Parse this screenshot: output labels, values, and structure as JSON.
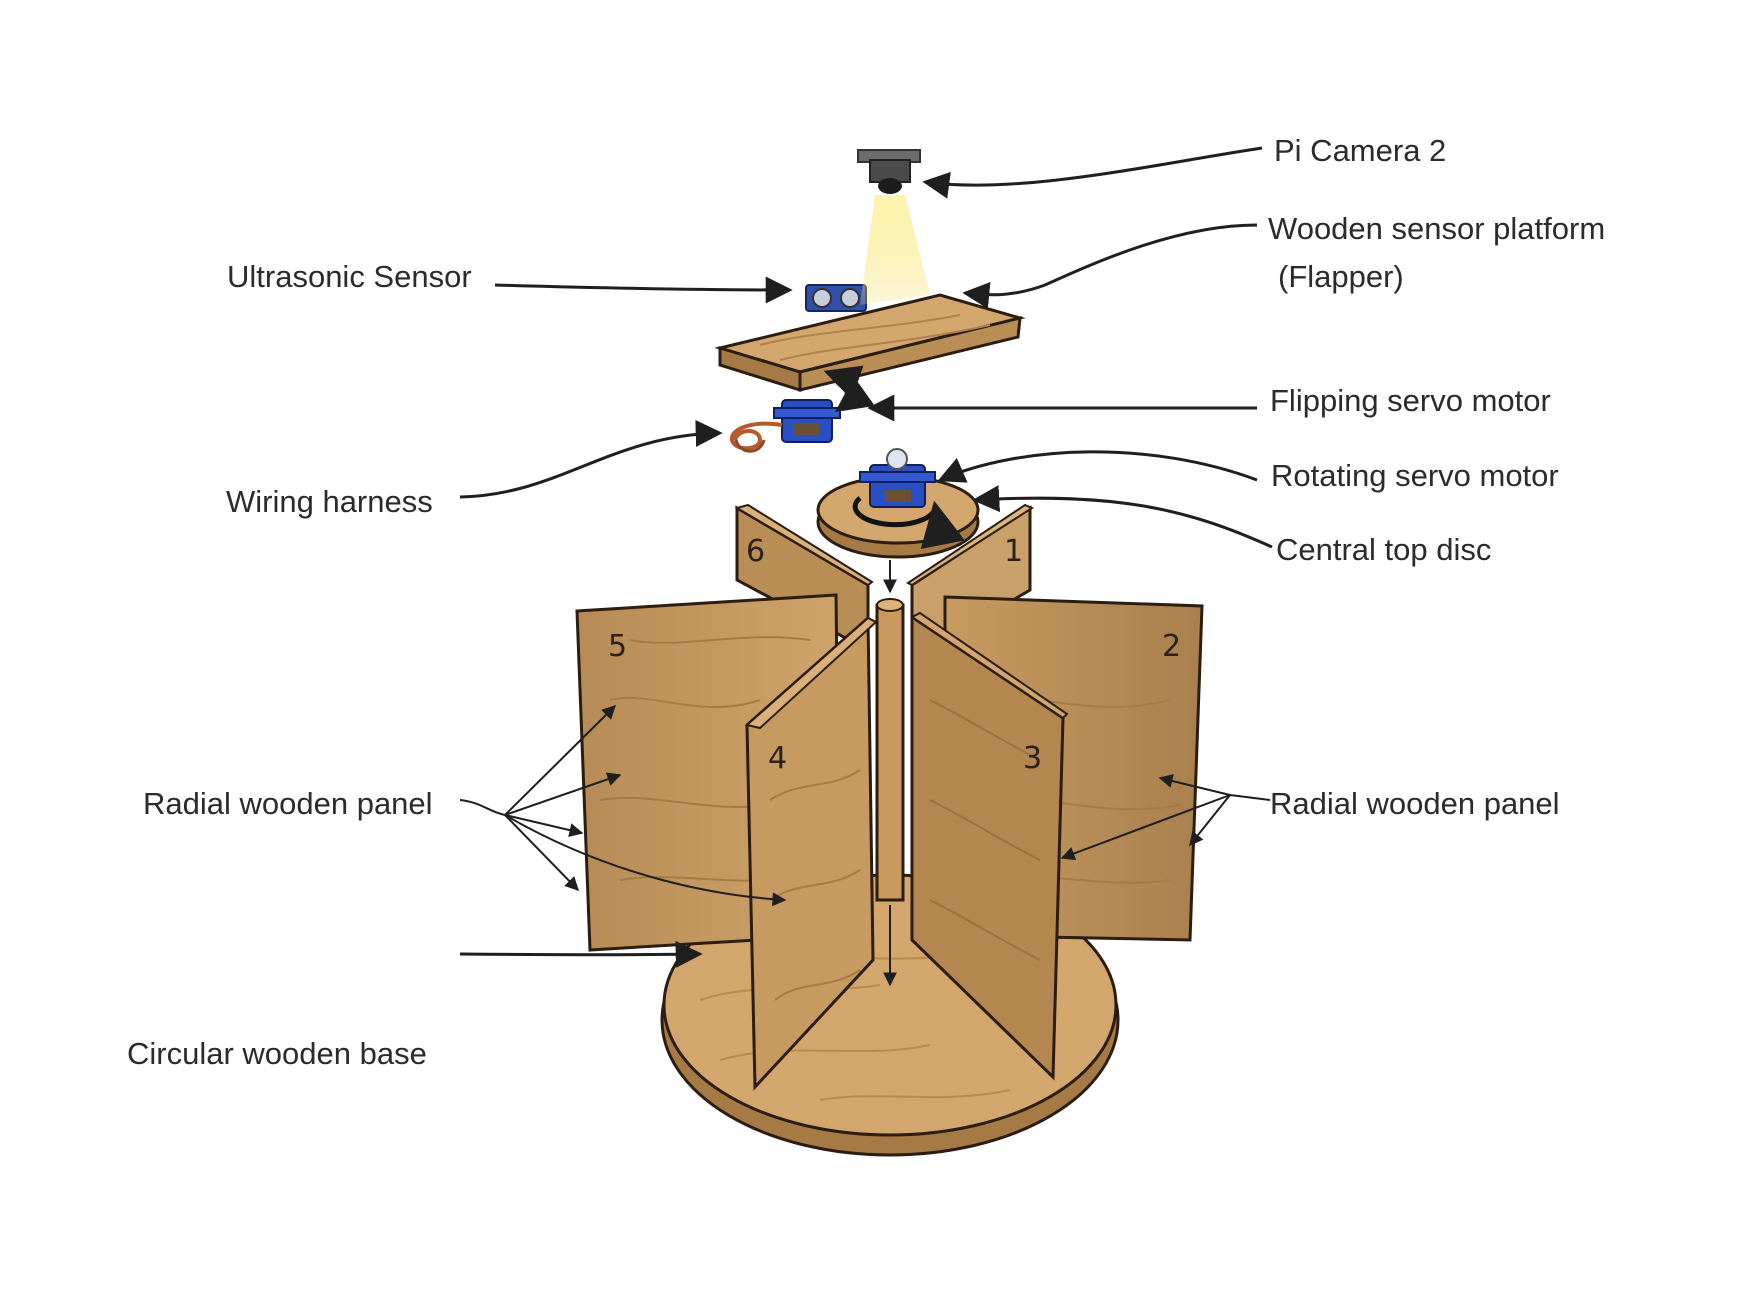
{
  "labels": {
    "pi_camera": "Pi Camera 2",
    "sensor_platform_line1": "Wooden sensor platform",
    "sensor_platform_line2": "(Flapper)",
    "ultrasonic": "Ultrasonic Sensor",
    "flipping_servo": "Flipping servo motor",
    "rotating_servo": "Rotating servo motor",
    "wiring": "Wiring harness",
    "top_disc": "Central top disc",
    "radial_left": "Radial wooden panel",
    "radial_right": "Radial wooden panel",
    "base": "Circular wooden base"
  },
  "panel_numbers": [
    "1",
    "2",
    "3",
    "4",
    "5",
    "6"
  ],
  "colors": {
    "wood": "#c9995e",
    "wood_dark": "#a57a45",
    "wood_light": "#dbb27a",
    "outline": "#2b1d10",
    "servo": "#2a4fc4",
    "arrow": "#1f1f1f",
    "light_beam": "#f7e36a"
  }
}
